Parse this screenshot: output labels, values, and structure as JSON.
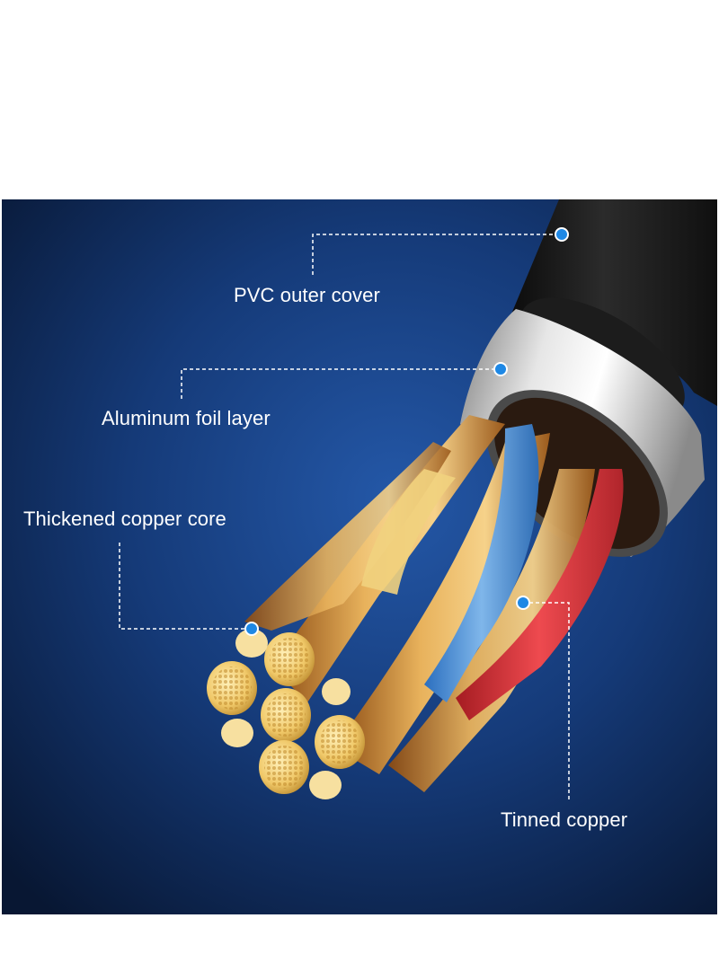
{
  "labels": {
    "pvc": "PVC outer cover",
    "foil": "Aluminum foil layer",
    "core": "Thickened copper core",
    "tinned": "Tinned copper"
  },
  "colors": {
    "background_center": "#1d4c95",
    "background_edge": "#081733",
    "callout_dot": "#1e88e5",
    "callout_line": "#ffffff",
    "pvc_jacket": "#1a1a1a",
    "foil": "#c9c9c9",
    "copper": "#d9a04a",
    "blue_wire": "#4f95d8",
    "red_wire": "#d8333a"
  },
  "icons": {
    "callout_marker": "callout-dot-icon"
  }
}
